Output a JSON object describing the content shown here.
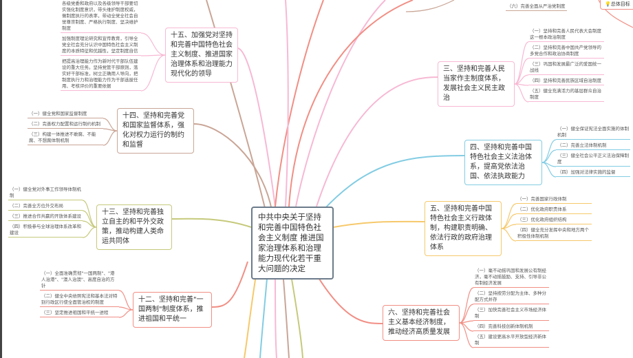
{
  "center": "中共中央关于坚持和完善中国特色社会主义制度 推进国家治理体系和治理能力现代化若干重大问题的决定",
  "top": {
    "leaf": "（六）完善全面从严治党制度",
    "goal": "总体目标",
    "goal_icon": "lightbulb-icon"
  },
  "b15": {
    "title": "十五、加强党对坚持和完善中国特色社会主义制度、推进国家治理体系和治理能力现代化的领导",
    "items": [
      "各级党委和政府以及各级领导干部要切实强化制度意识，带头维护制度权威，做制度执行的表率，带动全党全社会自觉尊崇制度、严格执行制度、坚决维护制度",
      "加强制度理论研究和宣传教育，引导全党全社会充分认识中国特色社会主义制度的本质特征和优越性，坚定制度自信",
      "把提高治理能力作为新时代干部队伍建设的重大任务。坚持党管干部原则，落实好干部标准，树立正确用人导向，把制度执行力和治理能力作为干部选拔任用、考核评价的重要依据"
    ]
  },
  "b14": {
    "title": "十四、坚持和完善党和国家监督体系，强化对权力运行的制约和监督",
    "items": [
      "（一）健全党和国家监督制度",
      "（二）完善权力配置和运行制约机制",
      "（三）构建一体推进不敢腐、不能腐、不想腐体制机制"
    ]
  },
  "b3": {
    "title": "三、坚持和完善人民当家作主制度体系，发展社会主义民主政治",
    "items": [
      "（一）坚持和完善人民代表大会制度这一根本政治制度",
      "（二）坚持和完善中国共产党领导的多党合作和政治协商制度",
      "（三）巩固和发展最广泛的爱国统一战线",
      "（四）坚持和完善民族区域自治制度",
      "（五）健全充满活力的基层群众自治制度"
    ]
  },
  "b4": {
    "title": "四、坚持和完善中国特色社会主义法治体系，提高党依法治国、依法执政能力",
    "items": [
      "（一）健全保证宪法全面实施的体制机制",
      "（二）完善立法体制机制",
      "（三）健全社会公平正义法治保障制度",
      "（四）加强对法律实施的监督"
    ]
  },
  "b5": {
    "title": "五、坚持和完善中国特色社会主义行政体制，构建职责明确、依法行政的政府治理体系",
    "items": [
      "（一）完善国家行政体制",
      "（二）优化政府职责体系",
      "（三）优化政府组织结构",
      "（四）健全充分发挥中央和地方两个积极性体制机制"
    ]
  },
  "b6": {
    "title": "六、坚持和完善社会主义基本经济制度，推动经济高质量发展",
    "items": [
      "（一）毫不动摇巩固和发展公有制经济，毫不动摇鼓励、支持、引导非公有制经济发展",
      "（二）坚持按劳分配为主体、多种分配方式并存",
      "（三）加快完善社会主义市场经济体制",
      "（四）完善科技创新体制机制",
      "（五）建设更高水平开放型经济新体制"
    ]
  },
  "b13": {
    "title": "十三、坚持和完善独立自主的和平外交政策，推动构建人类命运共同体",
    "items": [
      "（一）健全党对外事工作领导体制机制",
      "（二）完善全方位外交布局",
      "（三）推进合作共赢的开放体系建设",
      "（四）积极参与全球治理体系改革和建设"
    ]
  },
  "b12": {
    "title": "十二、坚持和完善\"一国两制\"制度体系，推进祖国和平统一",
    "items": [
      "（一）全面准确贯彻\"一国两制\"、\"港人治港\"、\"澳人治澳\"、高度自治的方针",
      "（二）健全中央依照宪法和基本法对特别行政区行使全面管治权的制度",
      "（三）坚定推进祖国和平统一进程"
    ]
  },
  "colors": {
    "pink": "#f7b8d3",
    "brown": "#c9a596",
    "blue": "#82cce3",
    "yellow": "#f6c86a",
    "red": "#f18e84",
    "olive": "#c5c97a",
    "center": "#6b7a8a"
  }
}
